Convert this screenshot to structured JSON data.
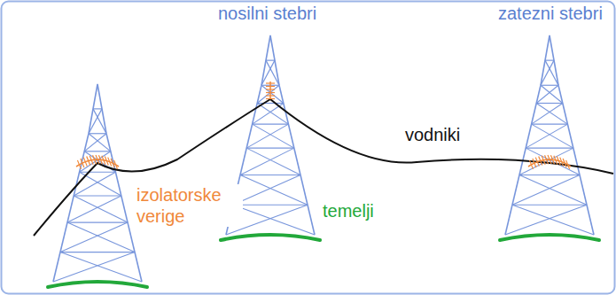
{
  "diagram": {
    "labels": [
      "nosilni stebri",
      "zatezni stebri",
      "vodniki",
      "izolatorske verige",
      "temelji"
    ]
  }
}
